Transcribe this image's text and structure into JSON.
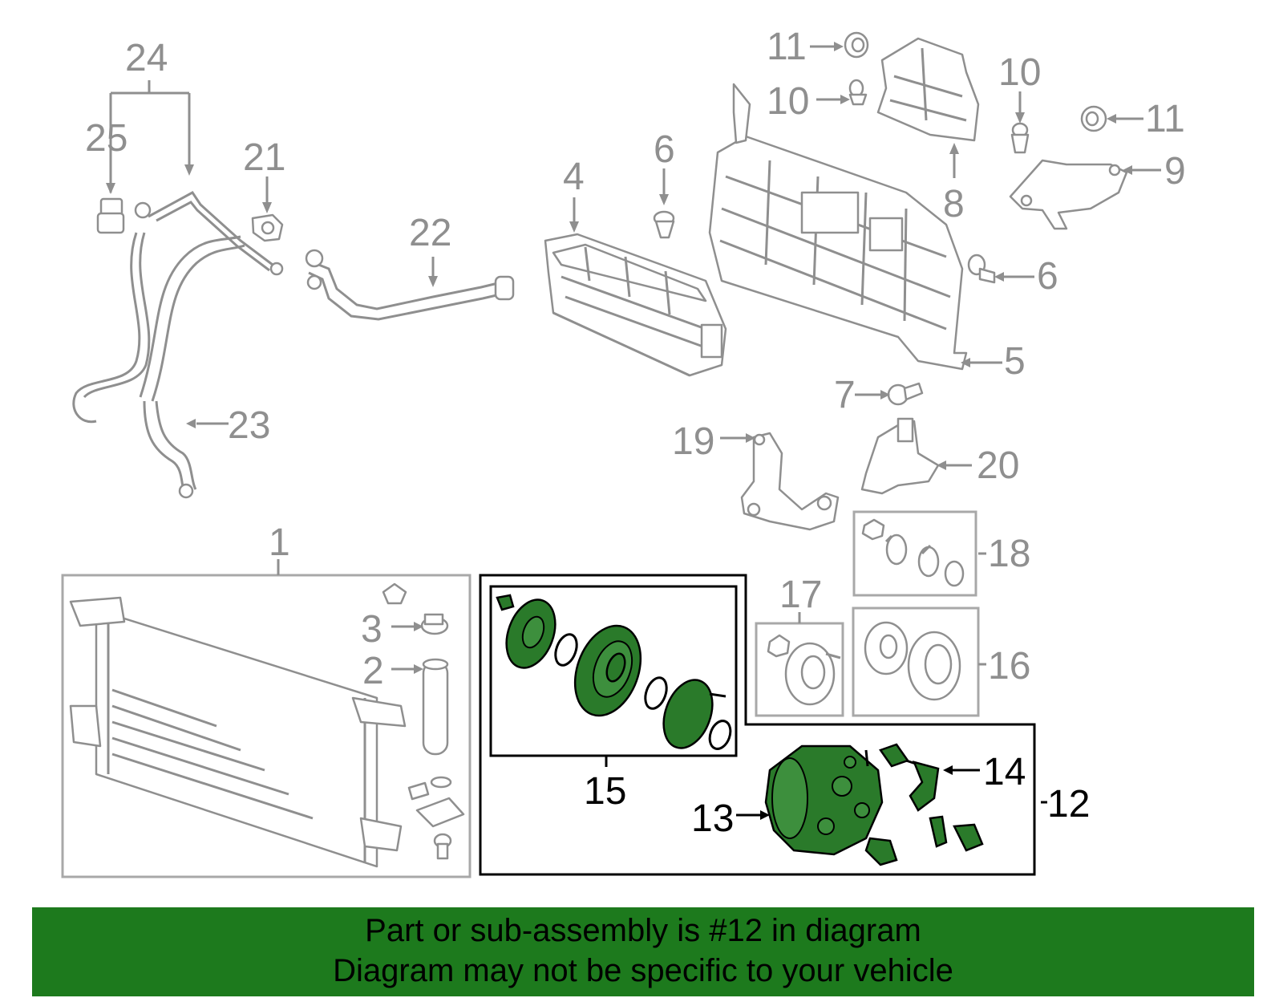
{
  "callouts": {
    "c1": "1",
    "c2": "2",
    "c3": "3",
    "c4": "4",
    "c5": "5",
    "c6a": "6",
    "c6b": "6",
    "c7": "7",
    "c8": "8",
    "c9": "9",
    "c10a": "10",
    "c10b": "10",
    "c11a": "11",
    "c11b": "11",
    "c12": "12",
    "c13": "13",
    "c14": "14",
    "c15": "15",
    "c16": "16",
    "c17": "17",
    "c18": "18",
    "c19": "19",
    "c20": "20",
    "c21": "21",
    "c22": "22",
    "c23": "23",
    "c24": "24",
    "c25": "25"
  },
  "banner": {
    "line1": "Part or sub-assembly is #12 in diagram",
    "line2": "Diagram may not be specific to your vehicle",
    "background": "#1d7a1d"
  },
  "colors": {
    "highlight_part": "#2a7a2a",
    "part_outline": "#8f8f8f",
    "highlight_outline": "#000000"
  }
}
